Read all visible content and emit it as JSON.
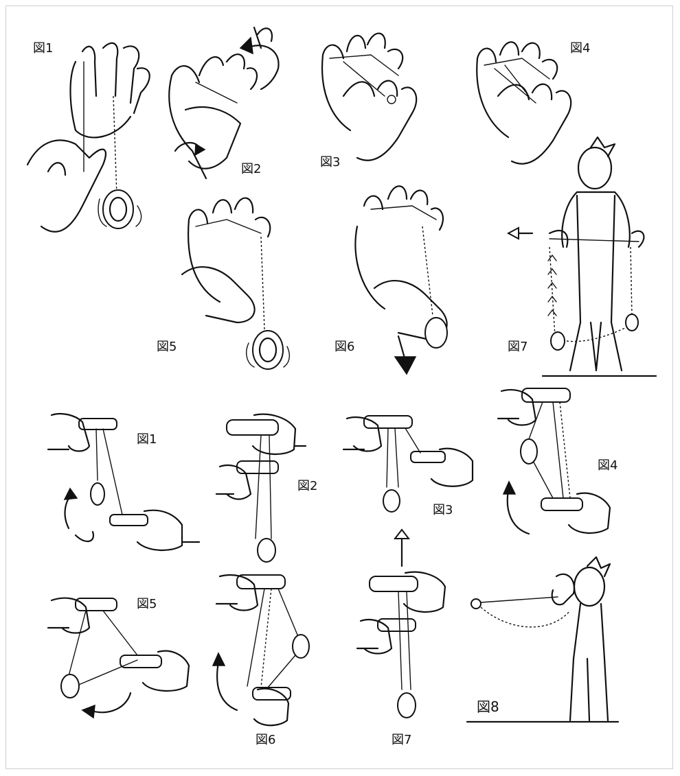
{
  "figure_labels": {
    "top_1": "図1",
    "top_2": "図2",
    "top_3": "図3",
    "top_4": "図4",
    "top_5": "図5",
    "top_6": "図6",
    "top_7": "図7",
    "bottom_1": "図1",
    "bottom_2": "図2",
    "bottom_3": "図3",
    "bottom_4": "図4",
    "bottom_5": "図5",
    "bottom_6": "図6",
    "bottom_7": "図7",
    "bottom_8": "図8"
  },
  "colors": {
    "ink": "#111111",
    "background": "#ffffff",
    "frame": "#cfcfcf"
  }
}
